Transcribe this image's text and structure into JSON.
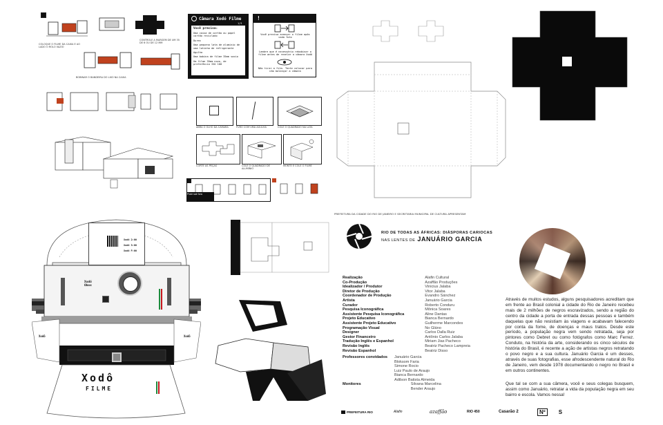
{
  "card": {
    "title": "Câmara Xodó Filme",
    "subtitle": "1/3",
    "intro": "Você precisa:",
    "items": [
      "Uma caixa de cartão ou papel cartão reciclado",
      "Durex",
      "Uma pequena lata de alumínio de uma latinha de refrigerante",
      "Agulha",
      "Uma bobina de filme 35mm vazio",
      "Um filme 35mm novo, de preferência ISO 100"
    ]
  },
  "card_right": {
    "step1": "Você precisa avançar o filme após cada foto",
    "step2": "Lembre que é necessário rebobinar o filme antes de revelar a câmara Xodó",
    "step3": "Não tirar a fita. Tente colocar para não balançar a câmara"
  },
  "captions": {
    "top1": "Coloque o filme da caixa e ao lado o rolo vazio",
    "top2": "Bobinar o bandeira do lixo na caixa",
    "top3": "Controle a margem de um 35 de 6 ou de 12 mm",
    "mid1": "Abra o olho da câmara",
    "mid2": "Furo com uma agulha",
    "mid3": "Cole o quadrado na lata",
    "mid4": "Corte as peças",
    "mid5": "Cole o quadrado de alumínio",
    "mid6": "Monte e cole o filme",
    "bottom1": "Pode sair fora"
  },
  "camera": {
    "brand": "Xodô",
    "model": "FILME",
    "top_label_1": "Xodô",
    "top_label_2": "3:00",
    "lens_label": "Xodó Obox",
    "corner_label": "Xodô",
    "front_text": "Xodó 2:00",
    "front_text2": "Xodó 3:00",
    "front_text3": "Xodó F:00"
  },
  "header": {
    "presenter": "PREFEITURA DA CIDADE DO RIO DE JANEIRO E SECRETARIA MUNICIPAL DE CULTURA APRESENTAM",
    "title_line1": "RIO DE TODAS AS ÁFRICAS: DIÁSPORAS CARIOCAS",
    "title_line2": "NAS LENTES DE",
    "title_name": "JANUÁRIO GARCIA"
  },
  "credits": [
    {
      "role": "Realização",
      "name": "Alafin Cultural"
    },
    {
      "role": "Co-Produção",
      "name": "Azaffão Produções"
    },
    {
      "role": "Idealizador / Produtor",
      "name": "Vinicius Jalaba"
    },
    {
      "role": "Diretor de Produção",
      "name": "Vitor Jalaba"
    },
    {
      "role": "Coordenador de Produção",
      "name": "Evandro Sánchez"
    },
    {
      "role": "Artista",
      "name": "Januário Garcia"
    },
    {
      "role": "Curador",
      "name": "Roberto Conduru"
    },
    {
      "role": "Pesquisa Iconográfica",
      "name": "Mônica Soares"
    },
    {
      "role": "Assistente Pesquisa Iconográfica",
      "name": "Aline Dantas"
    },
    {
      "role": "Projeto Educativo",
      "name": "Bianca Bernardo"
    },
    {
      "role": "Assistente Projeto Educativo",
      "name": "Guilherme Marcondes"
    },
    {
      "role": "Programação Visual",
      "name": "No Gláno"
    },
    {
      "role": "Designer",
      "name": "Carlos Dalla Ruiz"
    },
    {
      "role": "Gestor Financeiro",
      "name": "Antônio Carlos Jalaba"
    },
    {
      "role": "Tradução Inglês e Espanhol",
      "name": "Miriam Jias Pacheco"
    },
    {
      "role": "Revisão Inglês",
      "name": "Beatriz Pacheco Lampreia"
    },
    {
      "role": "Revisão Espanhol",
      "name": "Beatriz Disso"
    }
  ],
  "guests": {
    "role": "Professores convidados",
    "names": [
      "Januário Garcia",
      "Bloksom Faria",
      "Simone Rocio",
      "Luiz Paulo de Araujo",
      "Bianca Bernardo",
      "Adilson Batista Almeida"
    ]
  },
  "monitors": {
    "role": "Monitores",
    "names": [
      "Silvana Marcelina",
      "Bender Araujo"
    ]
  },
  "body": {
    "paragraph1": "Através de muitos estudos, alguns pesquisadores acreditam que em frente ao Brasil colonial a cidade do Rio de Janeiro recebeu mais de 2 milhões de negros escravizados, sendo a região do centro da cidade a porta de entrada dessas pessoas e também daquelas que não resistiam às viagens e acabavam falecendo por conta da fome, de doenças e maus tratos. Desde este período, a população negra vem sendo retratada, seja por pintores como Debret ou como fotógrafos como Marc Ferrez. Conduto, na história da arte, considerando os cinco séculos de história do Brasil, é recente a ação de artistas negros retratando o povo negro e a sua cultura. Januário Garcia é um desses, através de suas fotografias, esse afrodescendente natural do Rio de Janeiro, vem desde 1978 documentando o negro no Brasil e em outros continentes.",
    "paragraph2": "Que tal se com a sua câmera, você e seus colegas busquem, assim como Januário, retratar a vida da população negra em seu bairro e escola. Vamos nessa!"
  },
  "logos": [
    "PREFEITURA RIO",
    "Alafin",
    "azaffão",
    "RIO 450",
    "Casarão 2",
    "Nº",
    "S"
  ]
}
